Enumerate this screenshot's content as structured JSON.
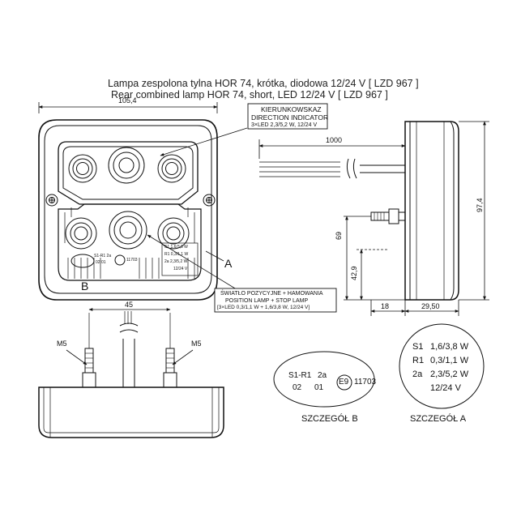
{
  "title": {
    "line1": "Lampa zespolona tylna HOR 74, krótka, diodowa 12/24 V [ LZD 967 ]",
    "line2": "Rear combined lamp HOR 74, short, LED 12/24 V [ LZD 967 ]"
  },
  "dimensions": {
    "width": "105,4",
    "cable_length": "1000",
    "height": "97,4",
    "stud_height": "69",
    "stud_low": "42,9",
    "depth_stud": "18",
    "depth_body": "29,50",
    "stud_spacing": "45",
    "thread_left": "M5",
    "thread_right": "M5"
  },
  "callouts": {
    "direction_pl": "KIERUNKOWSKAZ",
    "direction_en": "DIRECTION INDICATOR",
    "direction_spec": "3×LED 2,3/5,2 W, 12/24 V",
    "position_pl": "ŚWIATŁO POZYCYJNE + HAMOWANIA",
    "position_en": "POSITION LAMP + STOP LAMP",
    "position_spec": "[3×LED 0,3/1,1 W + 1,6/3,8 W, 12/24 V]",
    "marker_a": "A",
    "marker_b": "B"
  },
  "detail_a": {
    "caption": "SZCZEGÓŁ A",
    "rows": [
      {
        "code": "S1",
        "value": "1,6/3,8 W"
      },
      {
        "code": "R1",
        "value": "0,3/1,1 W"
      },
      {
        "code": "2a",
        "value": "2,3/5,2 W"
      },
      {
        "code": "",
        "value": "12/24 V"
      }
    ]
  },
  "detail_b": {
    "caption": "SZCZEGÓŁ B",
    "code_top": "S1-R1",
    "code_2a": "2a",
    "code_02": "02",
    "code_01": "01",
    "approval_mark": "E9",
    "approval_number": "11703"
  },
  "lens_marks": {
    "s1": "S1 1,6/3,8 W",
    "r1": "R1 0,3/1,1 W",
    "a2": "2a 2,3/5,2 W",
    "v": "12/24 V",
    "b_top": "S1-R1  2a",
    "b_bottom": "02   01",
    "e_mark": "11703"
  }
}
